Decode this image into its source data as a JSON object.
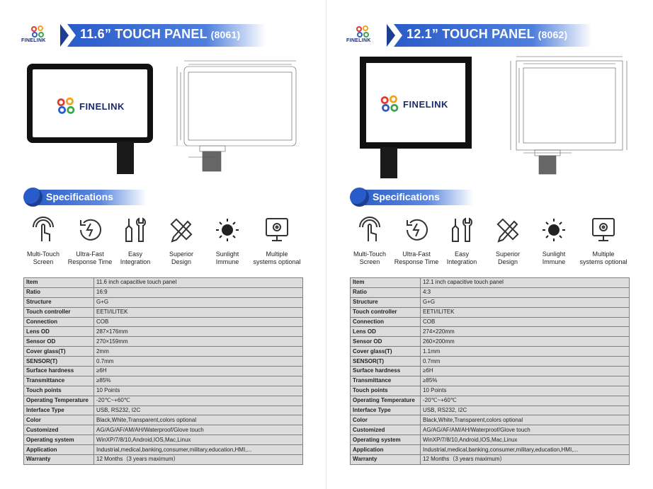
{
  "brand": {
    "name": "FINELINK",
    "registered": "®"
  },
  "colors": {
    "banner_blue": "#2a5cc9",
    "brand_navy": "#1b2a6b",
    "table_bg": "#dcdcdc",
    "table_border": "#7f7f7f"
  },
  "left": {
    "title": "11.6” TOUCH PANEL",
    "code": "(8061)",
    "specs_heading": "Specifications",
    "features": [
      {
        "icon": "multi-touch-icon",
        "label1": "Multi-Touch",
        "label2": "Screen"
      },
      {
        "icon": "fast-response-icon",
        "label1": "Ultra-Fast",
        "label2": "Response Time"
      },
      {
        "icon": "integration-tools-icon",
        "label1": "Easy",
        "label2": "Integration"
      },
      {
        "icon": "design-tools-icon",
        "label1": "Superior",
        "label2": "Design"
      },
      {
        "icon": "sun-icon",
        "label1": "Sunlight",
        "label2": "Immune"
      },
      {
        "icon": "monitor-gear-icon",
        "label1": "Multiple",
        "label2": "systems optional"
      }
    ],
    "specs": [
      {
        "k": "Item",
        "v": "11.6 inch capacitive touch panel"
      },
      {
        "k": "Ratio",
        "v": "16:9"
      },
      {
        "k": "Structure",
        "v": "G+G"
      },
      {
        "k": "Touch controller",
        "v": "EETI/ILITEK"
      },
      {
        "k": "Connection",
        "v": "COB"
      },
      {
        "k": "Lens OD",
        "v": "287×176mm"
      },
      {
        "k": "Sensor OD",
        "v": "270×159mm"
      },
      {
        "k": "Cover glass(T)",
        "v": "2mm"
      },
      {
        "k": "SENSOR(T)",
        "v": "0.7mm"
      },
      {
        "k": "Surface hardness",
        "v": "≥6H"
      },
      {
        "k": "Transmittance",
        "v": "≥85%"
      },
      {
        "k": "Touch points",
        "v": "10 Points"
      },
      {
        "k": "Operating Temperature",
        "v": "-20℃~+60℃"
      },
      {
        "k": "Interface Type",
        "v": "USB, RS232, I2C"
      },
      {
        "k": "Color",
        "v": "Black,White,Transparent,colors optional"
      },
      {
        "k": "Customized",
        "v": "AG/AG/AF/AM/AH/Waterproof/Glove touch"
      },
      {
        "k": "Operating system",
        "v": "WinXP/7/8/10,Android,IOS,Mac,Linux"
      },
      {
        "k": "Application",
        "v": "Industrial,medical,banking,consumer,military,education,HMI,..."
      },
      {
        "k": "Warranty",
        "v": "12 Months（3 years maximum）"
      }
    ]
  },
  "right": {
    "title": "12.1” TOUCH PANEL",
    "code": "(8062)",
    "specs_heading": "Specifications",
    "features": [
      {
        "icon": "multi-touch-icon",
        "label1": "Multi-Touch",
        "label2": "Screen"
      },
      {
        "icon": "fast-response-icon",
        "label1": "Ultra-Fast",
        "label2": "Response Time"
      },
      {
        "icon": "integration-tools-icon",
        "label1": "Easy",
        "label2": "Integration"
      },
      {
        "icon": "design-tools-icon",
        "label1": "Superior",
        "label2": "Design"
      },
      {
        "icon": "sun-icon",
        "label1": "Sunlight",
        "label2": "Immune"
      },
      {
        "icon": "monitor-gear-icon",
        "label1": "Multiple",
        "label2": "systems optional"
      }
    ],
    "specs": [
      {
        "k": "Item",
        "v": "12.1 inch capacitive touch panel"
      },
      {
        "k": "Ratio",
        "v": "4:3"
      },
      {
        "k": "Structure",
        "v": "G+G"
      },
      {
        "k": "Touch controller",
        "v": "EETI/ILITEK"
      },
      {
        "k": "Connection",
        "v": "COB"
      },
      {
        "k": "Lens OD",
        "v": "274×220mm"
      },
      {
        "k": "Sensor OD",
        "v": "260×200mm"
      },
      {
        "k": "Cover glass(T)",
        "v": "1.1mm"
      },
      {
        "k": "SENSOR(T)",
        "v": "0.7mm"
      },
      {
        "k": "Surface hardness",
        "v": "≥6H"
      },
      {
        "k": "Transmittance",
        "v": "≥85%"
      },
      {
        "k": "Touch points",
        "v": "10 Points"
      },
      {
        "k": "Operating Temperature",
        "v": "-20℃~+60℃"
      },
      {
        "k": "Interface Type",
        "v": "USB, RS232, I2C"
      },
      {
        "k": "Color",
        "v": "Black,White,Transparent,colors optional"
      },
      {
        "k": "Customized",
        "v": "AG/AG/AF/AM/AH/Waterproof/Glove touch"
      },
      {
        "k": "Operating system",
        "v": "WinXP/7/8/10,Android,IOS,Mac,Linux"
      },
      {
        "k": "Application",
        "v": "Industrial,medical,banking,consumer,military,education,HMI,..."
      },
      {
        "k": "Warranty",
        "v": "12 Months（3 years maximum）"
      }
    ]
  }
}
